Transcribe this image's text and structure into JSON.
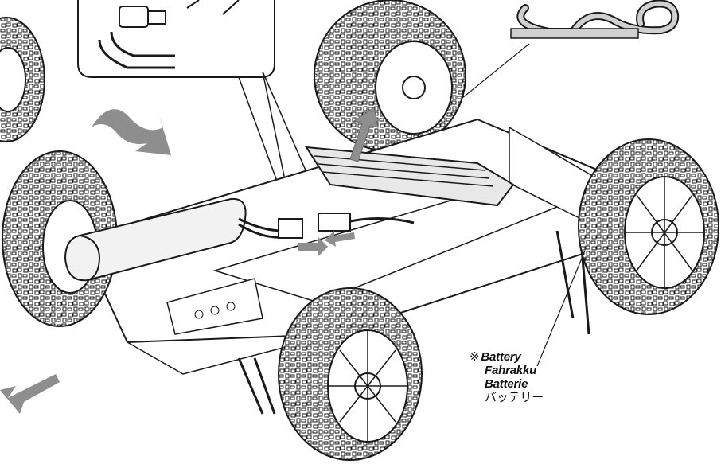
{
  "callout": {
    "mark": "※",
    "lines": [
      "Battery",
      "Fahrakku",
      "Batterie",
      "バッテリー"
    ]
  },
  "colors": {
    "line": "#1a1a1a",
    "arrow_fill": "#8e8e8e",
    "battery_fill": "#f2f2f2",
    "tray_fill": "#e8e8e8",
    "tire_fill": "#ffffff",
    "clip_fill": "#d0d0d0"
  },
  "icons": [
    "battery-icon",
    "body-clip-icon",
    "arrow-icon"
  ]
}
